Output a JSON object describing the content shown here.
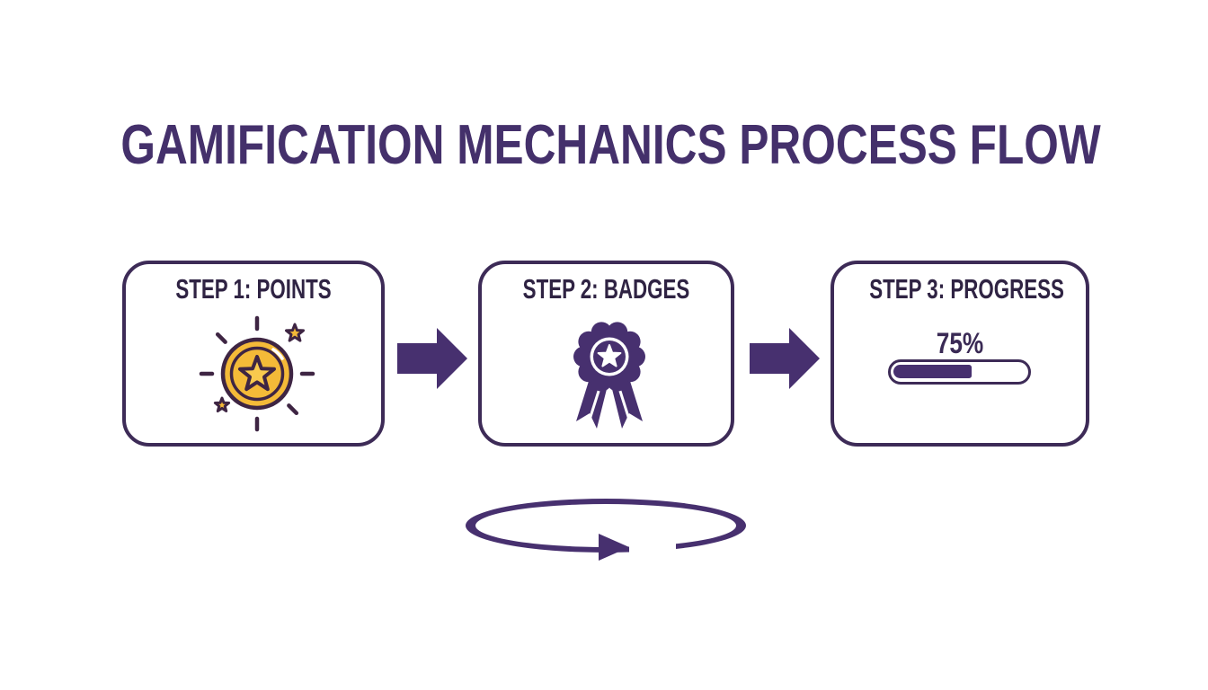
{
  "title": "GAMIFICATION MECHANICS PROCESS FLOW",
  "steps": [
    {
      "label": "STEP 1: POINTS",
      "icon": "coin-star-icon"
    },
    {
      "label": "STEP 2: BADGES",
      "icon": "rosette-badge-icon"
    },
    {
      "label": "STEP 3: PROGRESS",
      "icon": "progress-bar",
      "progress": {
        "label": "75%",
        "fill_percent": 57
      }
    }
  ],
  "connectors": {
    "between_steps": "right-block-arrow",
    "bottom": "cycle-loop-arrow"
  },
  "colors": {
    "title_purple": "#44306b",
    "box_border": "#3d2b57",
    "step_text": "#2f2343",
    "deep_purple": "#47306f",
    "coin_gold": "#f4ba38",
    "coin_star_gold": "#f9ca4e",
    "coin_outline": "#3e2543",
    "background": "#ffffff"
  }
}
